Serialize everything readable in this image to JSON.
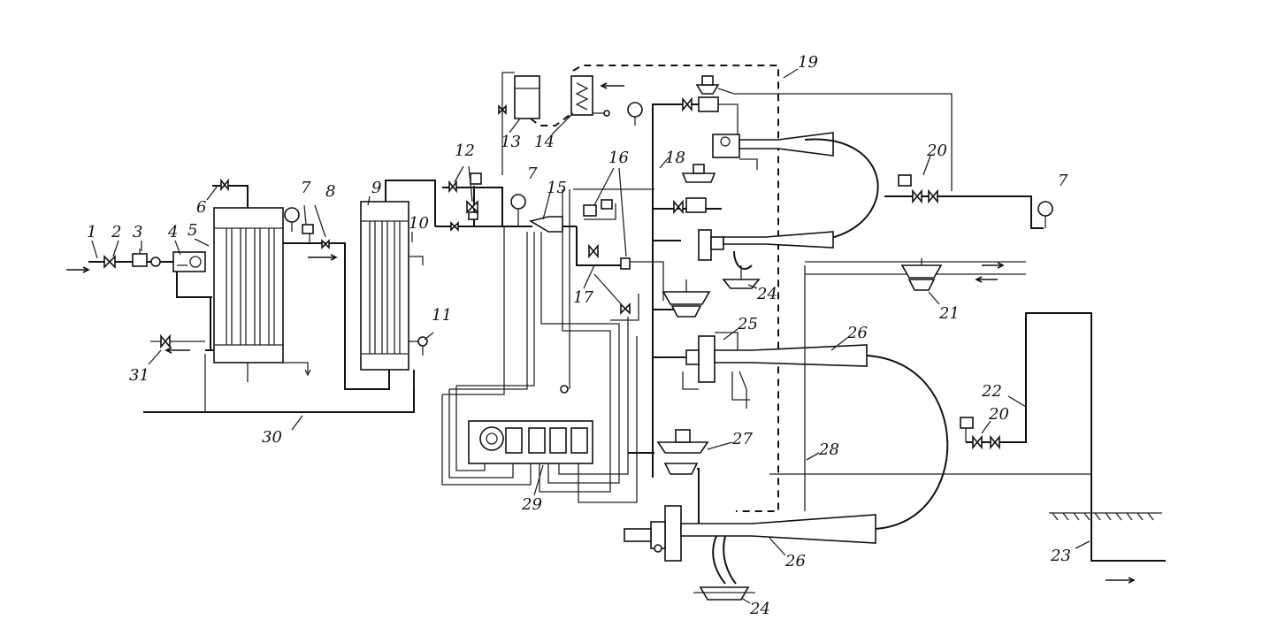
{
  "labels": {
    "n1": "1",
    "n2": "2",
    "n3": "3",
    "n4": "4",
    "n5": "5",
    "n6": "6",
    "n7a": "7",
    "n7b": "7",
    "n7c": "7",
    "n8": "8",
    "n9": "9",
    "n10": "10",
    "n11": "11",
    "n12": "12",
    "n13": "13",
    "n14": "14",
    "n15": "15",
    "n16": "16",
    "n17": "17",
    "n18": "18",
    "n19": "19",
    "n20a": "20",
    "n20b": "20",
    "n21": "21",
    "n22": "22",
    "n23": "23",
    "n24a": "24",
    "n24b": "24",
    "n25": "25",
    "n26a": "26",
    "n26b": "26",
    "n27": "27",
    "n28": "28",
    "n29": "29",
    "n30": "30",
    "n31": "31"
  }
}
